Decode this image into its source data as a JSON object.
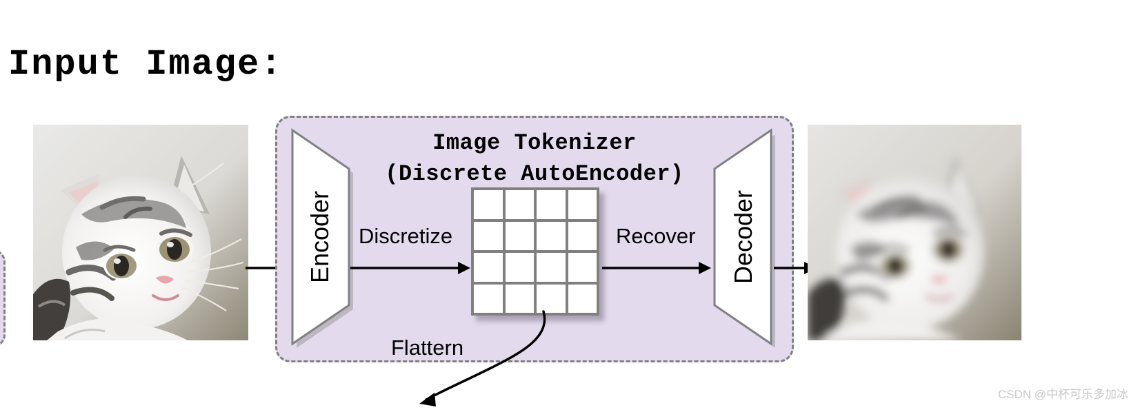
{
  "page": {
    "title": "Input Image:",
    "background_color": "#ffffff"
  },
  "diagram": {
    "panel": {
      "title": "Image Tokenizer\n(Discrete AutoEncoder)",
      "title_line1": "Image Tokenizer",
      "title_line2": "(Discrete AutoEncoder)",
      "fill_color": "#e3dbed",
      "border_color": "#808080",
      "border_style": "dashed"
    },
    "encoder": {
      "label": "Encoder",
      "fill_color": "#ffffff",
      "border_color": "#808080"
    },
    "decoder": {
      "label": "Decoder",
      "fill_color": "#ffffff",
      "border_color": "#808080"
    },
    "token_grid": {
      "rows": 4,
      "cols": 4,
      "cell_count": 16,
      "line_color": "#808080",
      "cell_color": "#ffffff"
    },
    "operations": {
      "discretize": "Discretize",
      "recover": "Recover",
      "flattern": "Flattern"
    },
    "images": {
      "input_alt": "input-cat-photo",
      "output_alt": "reconstructed-cat-photo"
    }
  },
  "watermark": {
    "text": "CSDN @中杯可乐多加冰",
    "color": "#c9c9c9"
  }
}
